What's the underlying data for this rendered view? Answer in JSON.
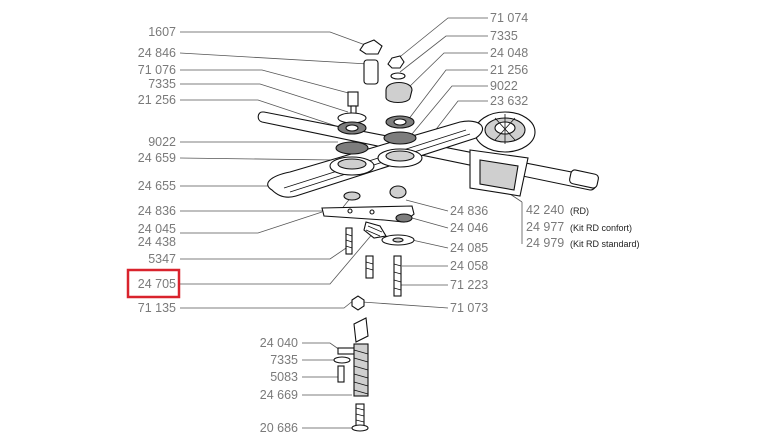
{
  "diagram": {
    "highlight_color": "#d9232d",
    "highlighted_label": "24 705",
    "labels_left": [
      {
        "id": "1607",
        "text": "1607"
      },
      {
        "id": "24846",
        "text": "24 846"
      },
      {
        "id": "71076",
        "text": "71 076"
      },
      {
        "id": "7335a",
        "text": "7335"
      },
      {
        "id": "21256a",
        "text": "21 256"
      },
      {
        "id": "9022a",
        "text": "9022"
      },
      {
        "id": "24659",
        "text": "24 659"
      },
      {
        "id": "24655",
        "text": "24 655"
      },
      {
        "id": "24836a",
        "text": "24 836"
      },
      {
        "id": "24045",
        "text": "24 045"
      },
      {
        "id": "24438",
        "text": "24 438"
      },
      {
        "id": "5347",
        "text": "5347"
      },
      {
        "id": "24705",
        "text": "24 705"
      },
      {
        "id": "71135",
        "text": "71 135"
      }
    ],
    "labels_right": [
      {
        "id": "71074",
        "text": "71 074"
      },
      {
        "id": "7335b",
        "text": "7335"
      },
      {
        "id": "24048",
        "text": "24 048"
      },
      {
        "id": "21256b",
        "text": "21 256"
      },
      {
        "id": "9022b",
        "text": "9022"
      },
      {
        "id": "23632",
        "text": "23 632"
      },
      {
        "id": "24836b",
        "text": "24 836"
      },
      {
        "id": "24046",
        "text": "24 046"
      },
      {
        "id": "24085",
        "text": "24 085"
      },
      {
        "id": "24058",
        "text": "24 058"
      },
      {
        "id": "71223",
        "text": "71 223"
      },
      {
        "id": "71073",
        "text": "71 073"
      }
    ],
    "gearbox_refs": [
      {
        "id": "42240",
        "text": "42 240",
        "note": "(RD)"
      },
      {
        "id": "24977",
        "text": "24 977",
        "note": "(Kit RD confort)"
      },
      {
        "id": "24979",
        "text": "24 979",
        "note": "(Kit RD standard)"
      }
    ],
    "labels_lower": [
      {
        "id": "24040",
        "text": "24 040"
      },
      {
        "id": "7335c",
        "text": "7335"
      },
      {
        "id": "5083",
        "text": "5083"
      },
      {
        "id": "24669",
        "text": "24 669"
      },
      {
        "id": "20686",
        "text": "20 686"
      }
    ]
  }
}
